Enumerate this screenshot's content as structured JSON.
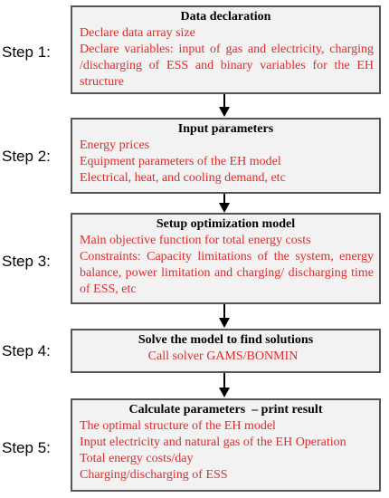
{
  "steps": [
    {
      "label": "Step 1:",
      "title": "Data declaration",
      "lines": [
        "Declare data array size",
        "Declare variables: input of gas and electricity, charging /discharging of ESS and binary variables for the EH structure"
      ]
    },
    {
      "label": "Step 2:",
      "title": "Input parameters",
      "lines": [
        "Energy prices",
        "Equipment parameters of the EH model",
        "Electrical, heat, and cooling demand, etc"
      ]
    },
    {
      "label": "Step 3:",
      "title": "Setup optimization model",
      "lines": [
        "Main objective function for total energy costs",
        "Constraints: Capacity limitations of the system, energy balance, power limitation and charging/ discharging time of ESS, etc"
      ]
    },
    {
      "label": "Step 4:",
      "title": "Solve the model to find solutions",
      "lines": [
        "Call solver GAMS/BONMIN"
      ]
    },
    {
      "label": "Step 5:",
      "title": "Calculate parameters  – print result",
      "lines": [
        "The optimal structure of the EH model",
        "Input electricity and natural gas of the EH Operation",
        "Total energy costs/day",
        "Charging/discharging of ESS"
      ]
    }
  ],
  "colors": {
    "box_fill": "#f2f2f2",
    "box_border": "#555555",
    "item_text": "#e02a2a",
    "title_text": "#000000"
  }
}
